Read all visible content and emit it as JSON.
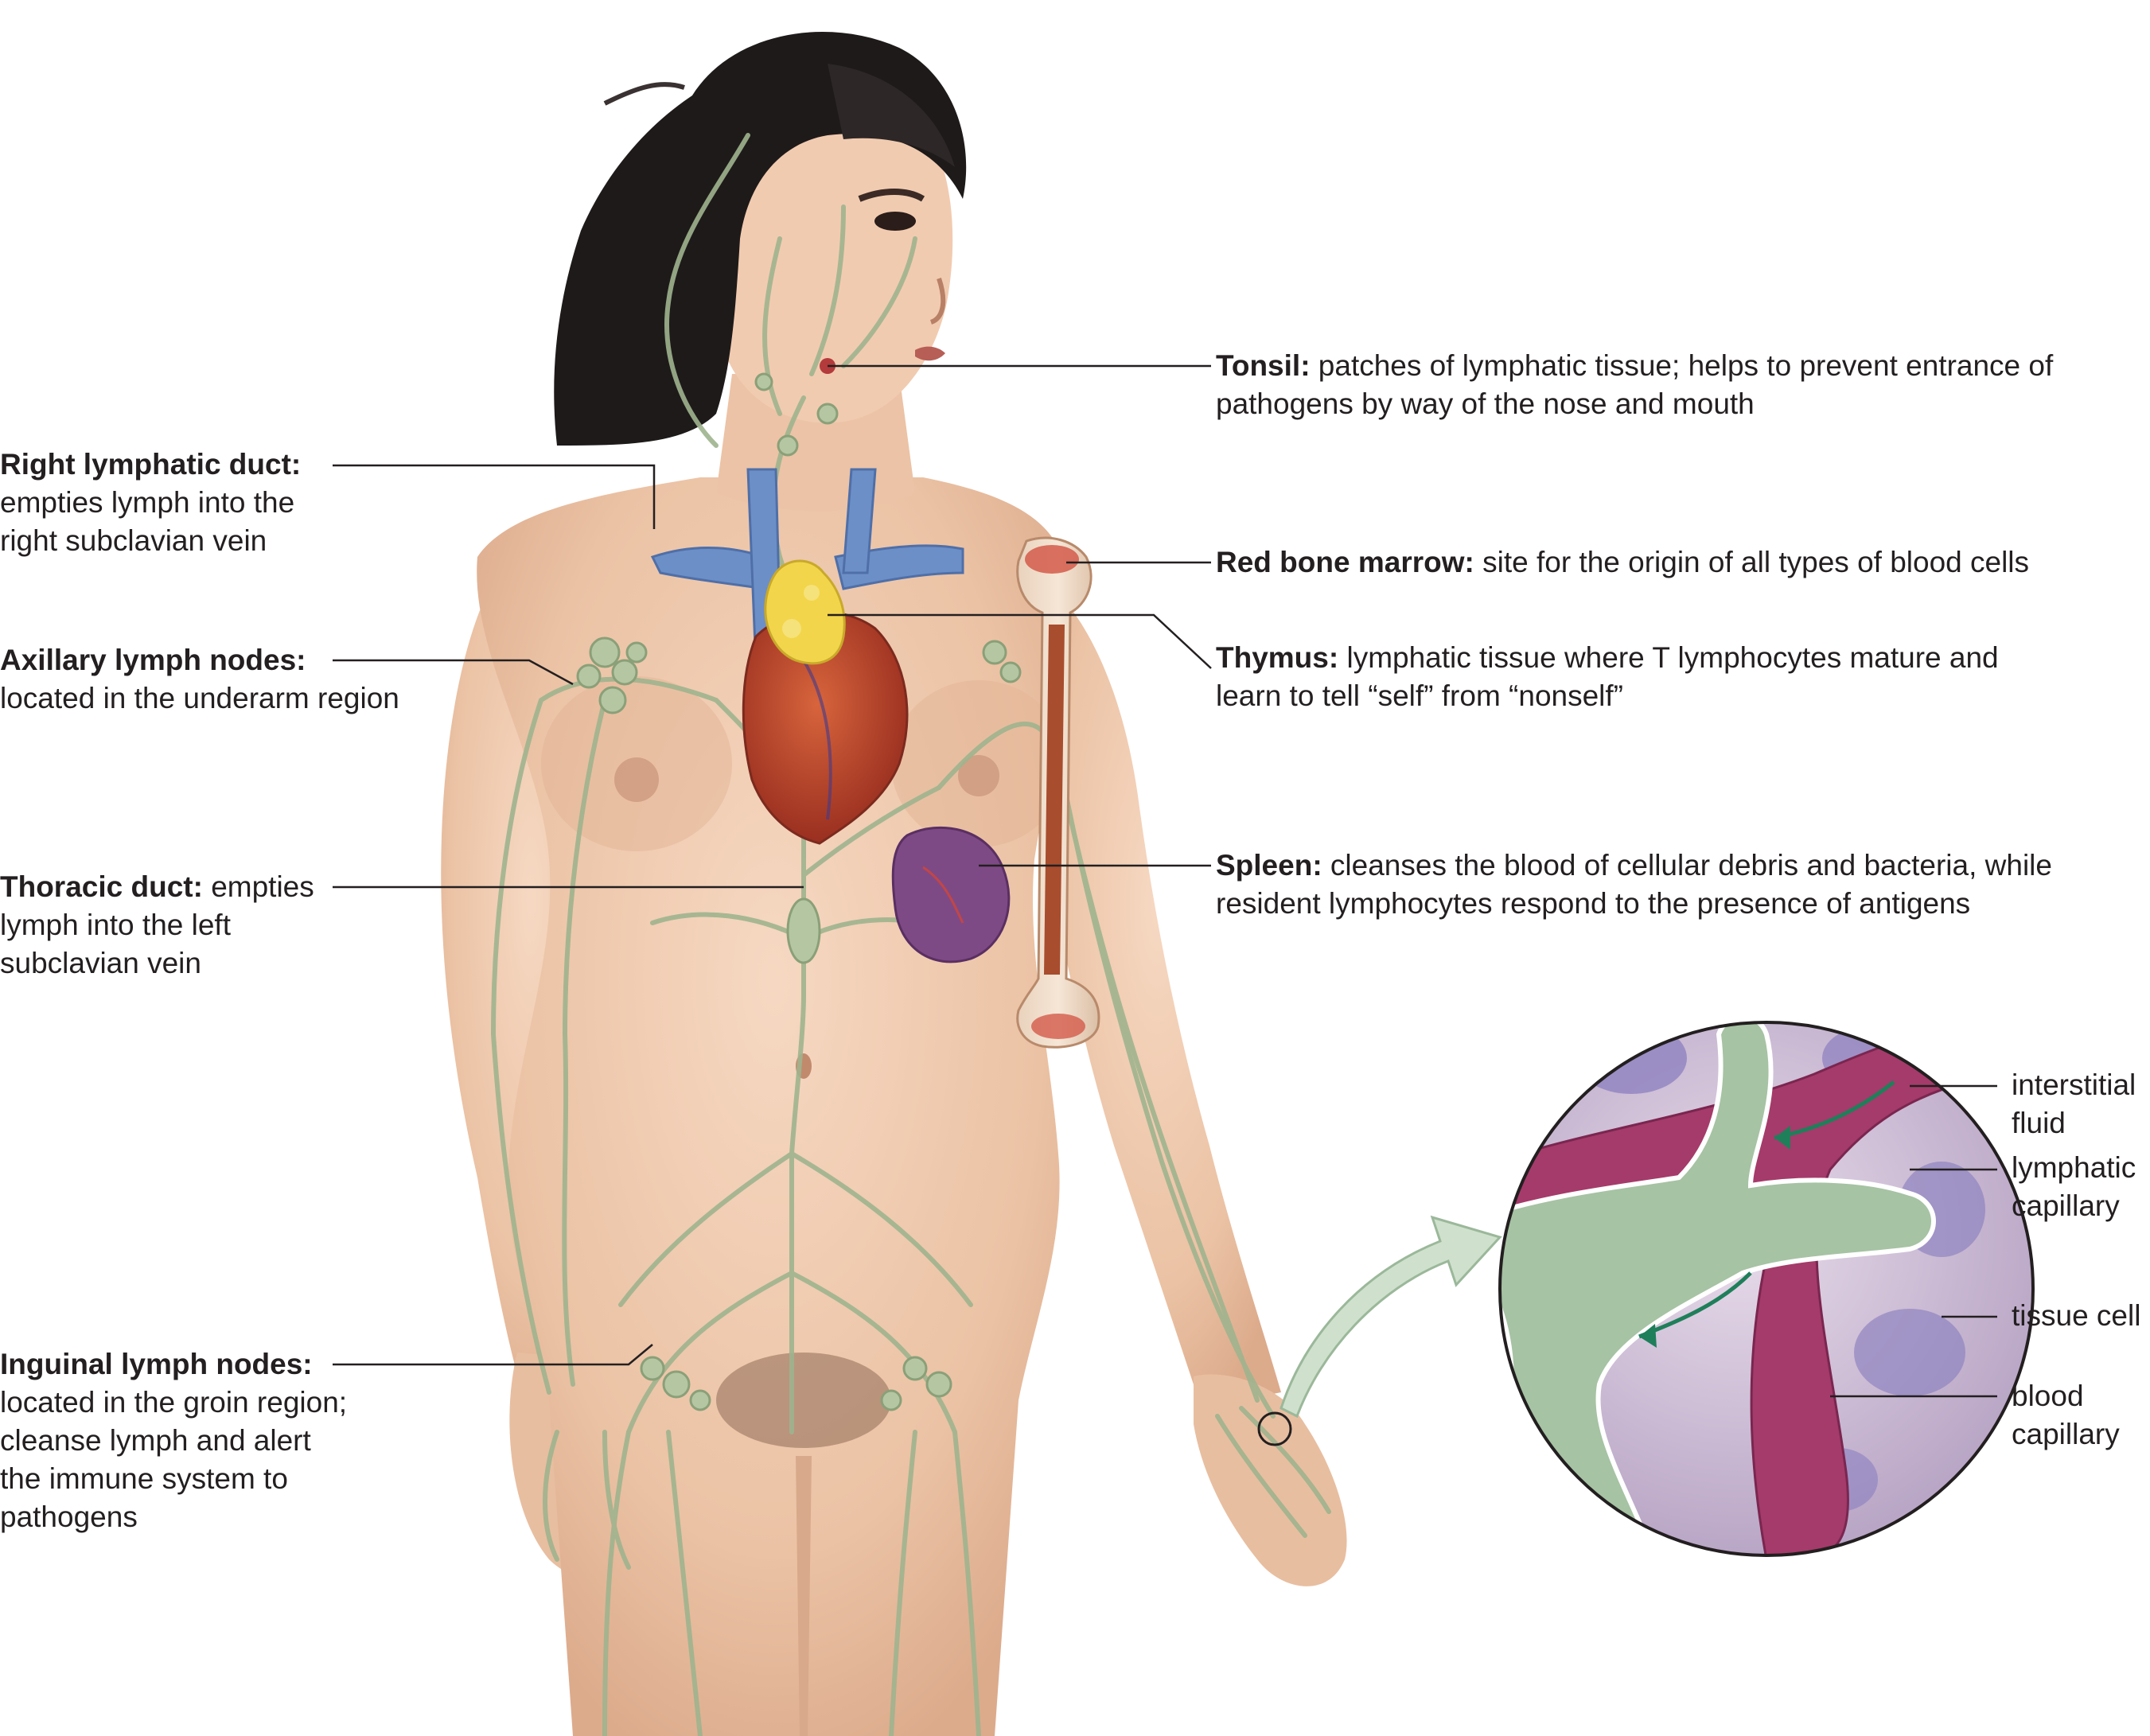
{
  "labels": {
    "tonsil": {
      "term": "Tonsil:",
      "line1": "patches of lymphatic tissue; helps to prevent entrance of",
      "line2": "pathogens by way of the nose and mouth"
    },
    "right_duct": {
      "term": "Right lymphatic duct:",
      "line1": "empties lymph into the",
      "line2": "right subclavian vein"
    },
    "marrow": {
      "term": "Red bone marrow:",
      "line1": "site for the origin of all types of blood cells"
    },
    "axillary": {
      "term": "Axillary lymph nodes:",
      "line1": "located in the underarm region"
    },
    "thymus": {
      "term": "Thymus:",
      "line1": "lymphatic tissue where T lymphocytes mature and",
      "line2": "learn to tell “self” from “nonself”"
    },
    "thoracic": {
      "term": "Thoracic duct:",
      "line1": "empties",
      "line2": "lymph into the left",
      "line3": "subclavian vein"
    },
    "spleen": {
      "term": "Spleen:",
      "line1": "cleanses the blood of cellular debris and bacteria, while",
      "line2": "resident lymphocytes respond to the presence of antigens"
    },
    "inguinal": {
      "term": "Inguinal lymph nodes:",
      "line1": "located in the groin region;",
      "line2": "cleanse lymph and alert",
      "line3": "the immune system to",
      "line4": "pathogens"
    }
  },
  "inset_labels": {
    "interstitial": {
      "line1": "interstitial",
      "line2": "fluid"
    },
    "lymphatic_cap": {
      "line1": "lymphatic",
      "line2": "capillary"
    },
    "tissue_cell": {
      "line1": "tissue cell"
    },
    "blood_cap": {
      "line1": "blood",
      "line2": "capillary"
    }
  },
  "colors": {
    "skin": "#f0c9ad",
    "lymph": "#9fb48e",
    "vein": "#6d8fc8",
    "heart": "#b8412a",
    "thymus": "#f2d54a",
    "spleen": "#7e4a86",
    "hair": "#1e1a1a",
    "marrow": "#a84d2e",
    "blood_capillary": "#a53b6a",
    "lymph_capillary": "#a6c3a4"
  }
}
